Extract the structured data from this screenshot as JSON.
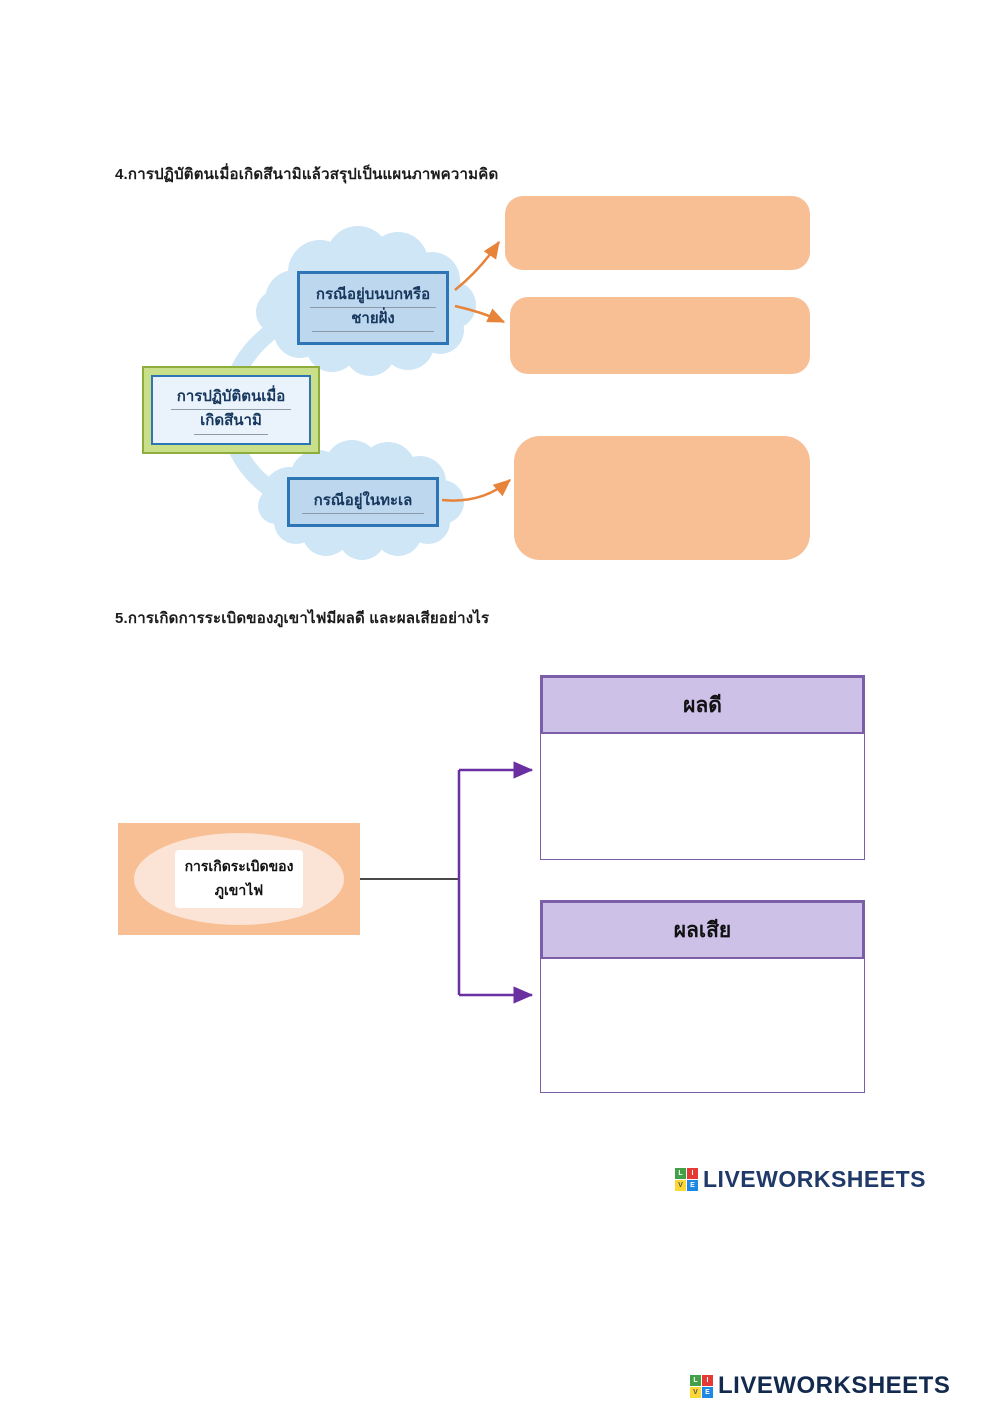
{
  "colors": {
    "answer_box_orange": "#F8BE94",
    "cloud_blue": "#CEE6F6",
    "node_fill": "#BDD7EE",
    "node_border": "#2E75B6",
    "center_green": "#C9DF8A",
    "purple_header": "#CDC1E8",
    "purple_border": "#7B5EA7",
    "arrow_orange": "#E8833A",
    "arrow_purple": "#6A2FA0",
    "logo_text_color": "#1F3A68"
  },
  "questions": {
    "q4": "4.การปฏิบัติตนเมื่อเกิดสึนามิแล้วสรุปเป็นแผนภาพความคิด",
    "q5": "5.การเกิดการระเบิดของภูเขาไฟมีผลดี และผลเสียอย่างไร"
  },
  "tsunami_map": {
    "center_line1": "การปฏิบัติตนเมื่อ",
    "center_line2": "เกิดสึนามิ",
    "branch_land_line1": "กรณีอยู่บนบกหรือ",
    "branch_land_line2": "ชายฝั่ง",
    "branch_sea": "กรณีอยู่ในทะเล"
  },
  "volcano_map": {
    "center_line1": "การเกิดระเบิดของ",
    "center_line2": "ภูเขาไฟ",
    "good_header": "ผลดี",
    "bad_header": "ผลเสีย"
  },
  "logo": {
    "text": "LIVEWORKSHEETS",
    "sq1": "L",
    "sq2": "I",
    "sq3": "V",
    "sq4": "E"
  }
}
